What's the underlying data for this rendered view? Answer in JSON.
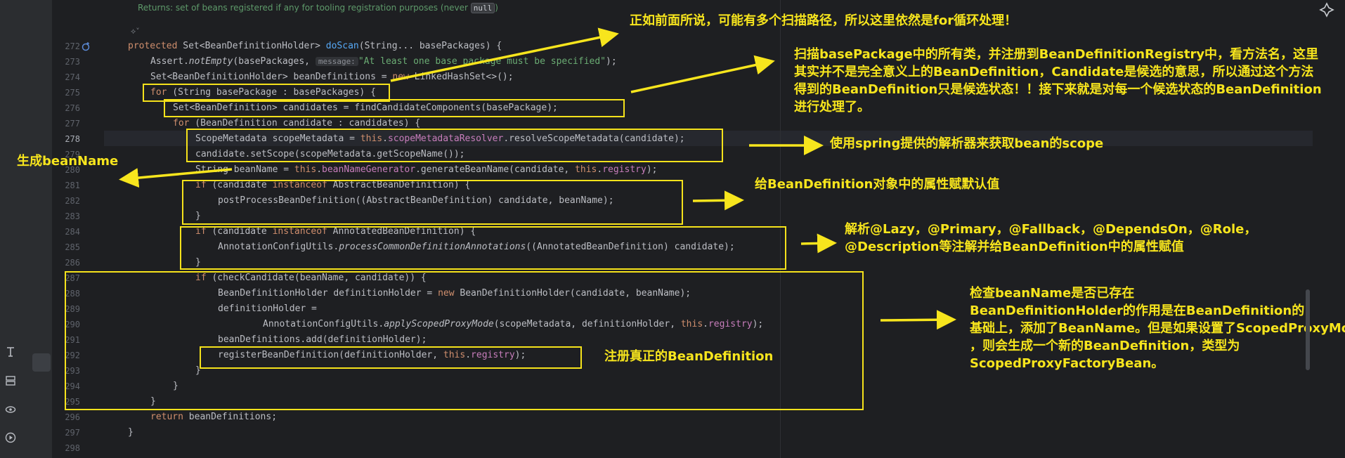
{
  "doc_comment": {
    "text": "Returns: set of beans registered if any for tooling registration purposes (never ",
    "null_tag": "null",
    "close": ")"
  },
  "fold_indicator": "⟡˅",
  "line_numbers": [
    "272",
    "273",
    "274",
    "275",
    "276",
    "277",
    "278",
    "279",
    "280",
    "281",
    "282",
    "283",
    "284",
    "285",
    "286",
    "287",
    "288",
    "289",
    "290",
    "291",
    "292",
    "293",
    "294",
    "295",
    "296",
    "297",
    "298"
  ],
  "current_line": "278",
  "code": {
    "l272": {
      "kw": "protected",
      "a": " Set<BeanDefinitionHolder> ",
      "fn": "doScan",
      "b": "(String... basePackages) {"
    },
    "l273": {
      "a": "Assert.",
      "it": "notEmpty",
      "b": "(basePackages, ",
      "hint": "message:",
      "str": "\"At least one base package must be specified\"",
      "c": ");"
    },
    "l274": {
      "a": "Set<BeanDefinitionHolder> beanDefinitions = ",
      "kw": "new",
      "b": " LinkedHashSet<>();"
    },
    "l275": {
      "kw": "for",
      "a": " (String basePackage : basePackages) {"
    },
    "l276": {
      "a": "Set<BeanDefinition> candidates = findCandidateComponents(basePackage);"
    },
    "l277": {
      "kw": "for",
      "a": " (BeanDefinition candidate : candidates) {"
    },
    "l278": {
      "a": "ScopeMetadata scopeMetadata = ",
      "kw": "this",
      "b": ".",
      "fld": "scopeMetadataResolver",
      "c": ".resolveScopeMetadata(candidate);"
    },
    "l279": {
      "a": "candidate.setScope(scopeMetadata.getScopeName());"
    },
    "l280": {
      "a": "String beanName = ",
      "kw": "this",
      "b": ".",
      "fld": "beanNameGenerator",
      "c": ".generateBeanName(candidate, ",
      "kw2": "this",
      "d": ".",
      "fld2": "registry",
      "e": ");"
    },
    "l281": {
      "kw": "if",
      "a": " (candidate ",
      "kw2": "instanceof",
      "b": " AbstractBeanDefinition) {"
    },
    "l282": {
      "a": "postProcessBeanDefinition((AbstractBeanDefinition) candidate, beanName);"
    },
    "l283": {
      "a": "}"
    },
    "l284": {
      "kw": "if",
      "a": " (candidate ",
      "kw2": "instanceof",
      "b": " AnnotatedBeanDefinition) {"
    },
    "l285": {
      "a": "AnnotationConfigUtils.",
      "it": "processCommonDefinitionAnnotations",
      "b": "((AnnotatedBeanDefinition) candidate);"
    },
    "l286": {
      "a": "}"
    },
    "l287": {
      "kw": "if",
      "a": " (checkCandidate(beanName, candidate)) {"
    },
    "l288": {
      "a": "BeanDefinitionHolder definitionHolder = ",
      "kw": "new",
      "b": " BeanDefinitionHolder(candidate, beanName);"
    },
    "l289": {
      "a": "definitionHolder ="
    },
    "l290": {
      "a": "AnnotationConfigUtils.",
      "it": "applyScopedProxyMode",
      "b": "(scopeMetadata, definitionHolder, ",
      "kw": "this",
      "c": ".",
      "fld": "registry",
      "d": ");"
    },
    "l291": {
      "a": "beanDefinitions.add(definitionHolder);"
    },
    "l292": {
      "a": "registerBeanDefinition(definitionHolder, ",
      "kw": "this",
      "b": ".",
      "fld": "registry",
      "c": ");"
    },
    "l293": {
      "a": "}"
    },
    "l294": {
      "a": "}"
    },
    "l295": {
      "a": "}"
    },
    "l296": {
      "kw": "return",
      "a": " beanDefinitions;"
    },
    "l297": {
      "a": "}"
    }
  },
  "annotations": {
    "for_loop": "正如前面所说，可能有多个扫描路径，所以这里依然是for循环处理！",
    "find_candidates": "扫描basePackage中的所有类，并注册到BeanDefinitionRegistry中，看方法名，这里\n其实并不是完全意义上的BeanDefinition，Candidate是候选的意思，所以通过这个方法\n得到的BeanDefinition只是候选状态！！接下来就是对每一个候选状态的BeanDefinition\n进行处理了。",
    "scope": "使用spring提供的解析器来获取bean的scope",
    "bean_name": "生成beanName",
    "default_values": "给BeanDefinition对象中的属性赋默认值",
    "annotations_parse": "解析@Lazy，@Primary，@Fallback，@DependsOn，@Role，\n@Description等注解并给BeanDefinition中的属性赋值",
    "check_candidate": "检查beanName是否已存在\nBeanDefinitionHolder的作用是在BeanDefinition的\n基础上，添加了BeanName。但是如果设置了ScopedProxyMode\n，则会生成一个新的BeanDefinition，类型为\nScopedProxyFactoryBean。",
    "register": "注册真正的BeanDefinition"
  },
  "colors": {
    "background": "#1e1f22",
    "keyword": "#cf8e6d",
    "method": "#56a8f5",
    "string": "#6aab73",
    "field": "#c77dbb",
    "annotation": "#f7e51d"
  }
}
